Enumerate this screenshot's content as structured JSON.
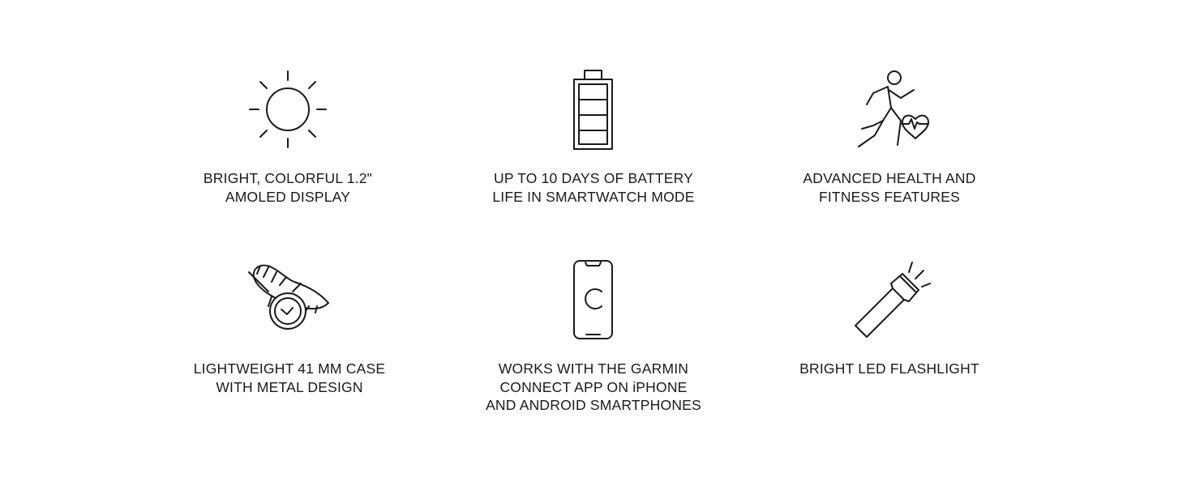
{
  "colors": {
    "background": "#ffffff",
    "ink": "#1a1a1a"
  },
  "features": [
    {
      "icon": "sun-icon",
      "lines": [
        "BRIGHT, COLORFUL 1.2\"",
        "AMOLED DISPLAY"
      ]
    },
    {
      "icon": "battery-icon",
      "lines": [
        "UP TO 10 DAYS OF BATTERY",
        "LIFE IN SMARTWATCH MODE"
      ]
    },
    {
      "icon": "runner-heart-icon",
      "lines": [
        "ADVANCED HEALTH AND",
        "FITNESS FEATURES"
      ]
    },
    {
      "icon": "feather-watch-icon",
      "lines": [
        "LIGHTWEIGHT 41 MM CASE",
        "WITH METAL DESIGN"
      ]
    },
    {
      "icon": "smartphone-icon",
      "lines": [
        "WORKS WITH THE GARMIN",
        "CONNECT APP ON iPHONE",
        "AND ANDROID SMARTPHONES"
      ]
    },
    {
      "icon": "flashlight-icon",
      "lines": [
        "BRIGHT LED FLASHLIGHT"
      ]
    }
  ]
}
